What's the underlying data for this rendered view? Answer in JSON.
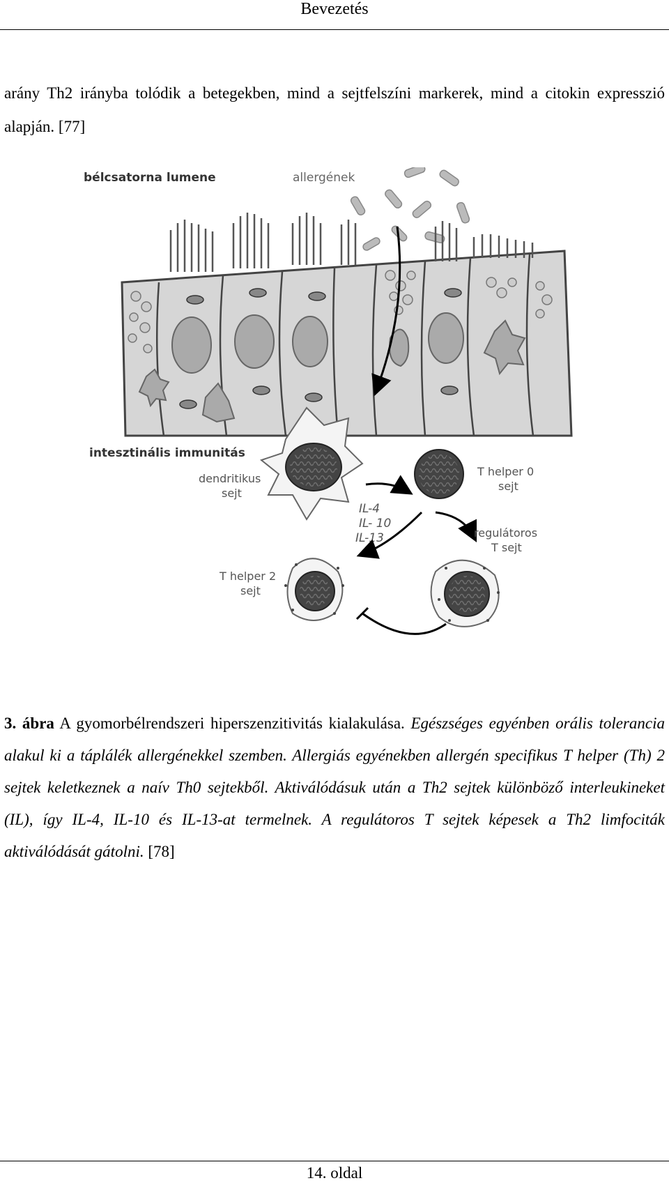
{
  "header": {
    "title": "Bevezetés"
  },
  "intro": {
    "text": "arány Th2 irányba tolódik a betegekben, mind a sejtfelszíni markerek, mind a citokin expresszió alapján. [77]"
  },
  "figure": {
    "label_lumen": "bélcsatorna lumene",
    "label_allergens": "allergének",
    "label_immunity": "intesztinális immunitás",
    "label_dc_1": "dendritikus",
    "label_dc_2": "sejt",
    "label_th0_1": "T helper 0",
    "label_th0_2": "sejt",
    "cytokine_1": "IL-4",
    "cytokine_2": "IL- 10",
    "cytokine_3": "IL-13",
    "label_treg_1": "regulátoros",
    "label_treg_2": "T sejt",
    "label_th2_1": "T helper 2",
    "label_th2_2": "sejt"
  },
  "caption": {
    "number": "3. ábra",
    "title": " A gyomorbélrendszeri hiperszenzitivitás kialakulása. ",
    "body": "Egészséges egyénben orális tolerancia alakul ki a táplálék allergénekkel szemben. Allergiás egyénekben allergén specifikus T helper (Th) 2 sejtek keletkeznek a naív Th0 sejtekből. Aktiválódásuk után a Th2 sejtek különböző interleukineket (IL), így IL-4, IL-10 és IL-13-at termelnek. A regulátoros T sejtek képesek a Th2 limfociták aktiválódását gátolni.",
    "ref": " [78]"
  },
  "footer": {
    "page": "14. oldal"
  }
}
